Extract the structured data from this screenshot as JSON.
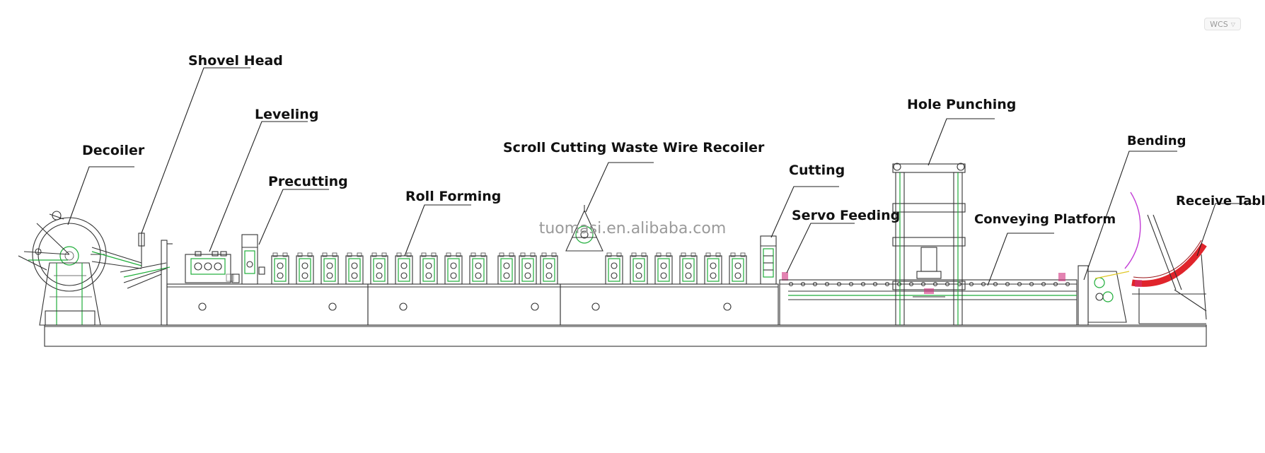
{
  "labels": {
    "decoiler": "Decoiler",
    "shovel_head": "Shovel Head",
    "leveling": "Leveling",
    "precutting": "Precutting",
    "roll_forming": "Roll Forming",
    "scroll_cutting": "Scroll Cutting Waste Wire Recoiler",
    "cutting": "Cutting",
    "servo_feeding": "Servo Feeding",
    "hole_punching": "Hole Punching",
    "conveying_platform": "Conveying Platform",
    "bending": "Bending",
    "receive_table": "Receive Table"
  },
  "watermark": "tuomasi.en.alibaba.com",
  "badge": {
    "text": "WCS",
    "icon": "chevron-down-icon"
  },
  "colors": {
    "line": "#333333",
    "green_part": "#1fae3a",
    "output_curve": "#e0242b",
    "bend_arc": "#c23bd6",
    "accent_pink": "#d1317f"
  }
}
